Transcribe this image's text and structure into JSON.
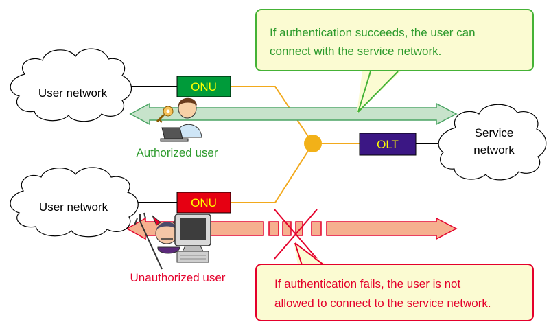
{
  "colors": {
    "success_accent": "#45b236",
    "success_fill": "#fbfbd2",
    "failure_accent": "#e4002b",
    "failure_fill": "#fbfbd2",
    "fiber_line": "#f2a91c",
    "splitter": "#f2b118",
    "green_arrow": "#c7e3cb",
    "orange_arrow": "#f6b08f",
    "onu_green": "#009b3a",
    "onu_red": "#e60012",
    "onu_text": "#ffff00",
    "olt_fill": "#3b1784",
    "olt_text": "#ffff00",
    "authorized_label": "#2c9a2c",
    "unauthorized_label": "#e4002b"
  },
  "callouts": {
    "success_line1": "If authentication succeeds, the user can",
    "success_line2": "connect with the service network.",
    "failure_line1": "If authentication fails, the user is not",
    "failure_line2": "allowed to connect to the service network."
  },
  "clouds": {
    "user_network_top": "User network",
    "user_network_bottom": "User network",
    "service_line1": "Service",
    "service_line2": "network"
  },
  "devices": {
    "onu_top": "ONU",
    "onu_bottom": "ONU",
    "olt": "OLT"
  },
  "users": {
    "authorized": "Authorized user",
    "unauthorized": "Unauthorized user"
  },
  "icons": {
    "authorized_figure": "laptop-user-with-key-icon",
    "unauthorized_figure": "devil-at-computer-icon",
    "block_mark": "red-x-icon"
  }
}
